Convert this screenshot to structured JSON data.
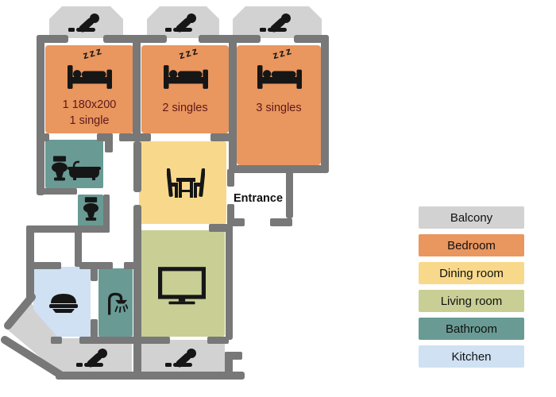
{
  "colors": {
    "wall": "#787878",
    "balcony": "#d2d2d2",
    "bedroom": "#e9965f",
    "dining": "#f8d98b",
    "living": "#c9ce95",
    "bathroom": "#699b94",
    "kitchen": "#cfe1f3",
    "icon": "#161616",
    "bedroom_text": "#5e1919",
    "label_text": "#111111"
  },
  "labels": {
    "bedroom1_line1": "1 180x200",
    "bedroom1_line2": "1 single",
    "bedroom2": "2 singles",
    "bedroom3": "3 singles",
    "entrance": "Entrance",
    "zzz": "zzz"
  },
  "legend": {
    "items": [
      {
        "label": "Balcony",
        "color": "#d2d2d2"
      },
      {
        "label": "Bedroom",
        "color": "#e9965f"
      },
      {
        "label": "Dining room",
        "color": "#f8d98b"
      },
      {
        "label": "Living room",
        "color": "#c9ce95"
      },
      {
        "label": "Bathroom",
        "color": "#699b94"
      },
      {
        "label": "Kitchen",
        "color": "#cfe1f3"
      }
    ]
  }
}
